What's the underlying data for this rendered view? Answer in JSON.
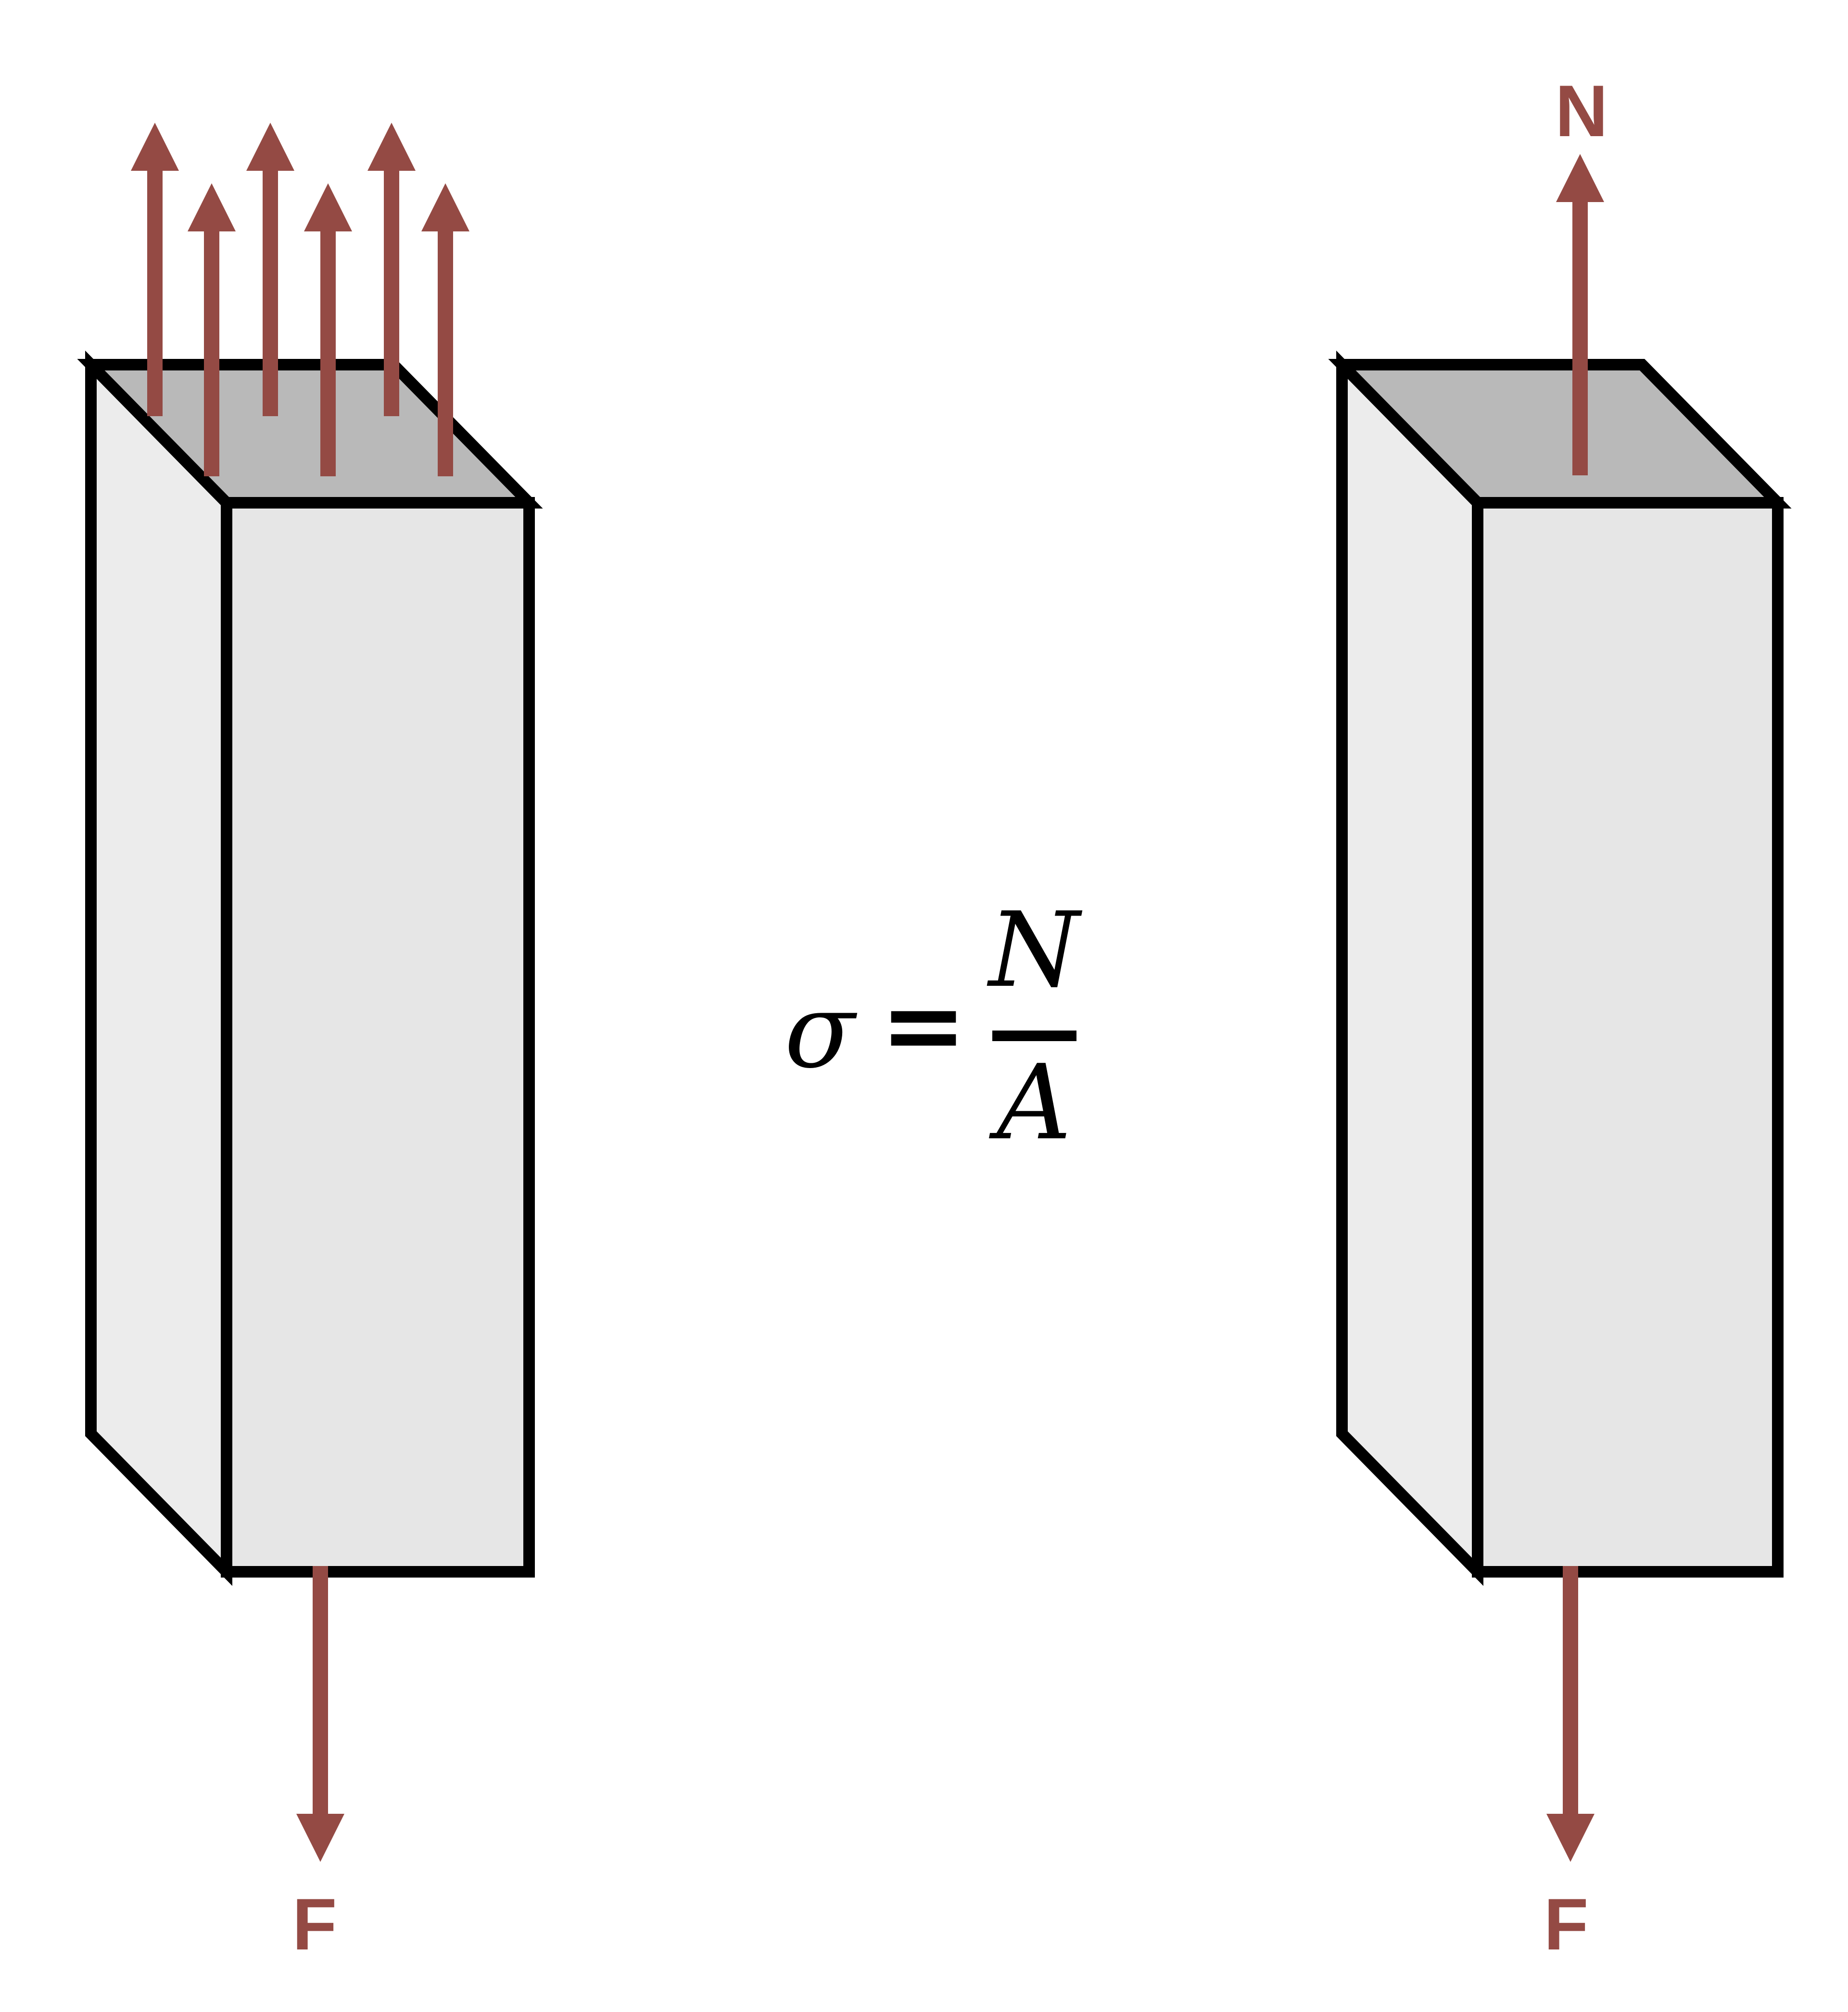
{
  "colors": {
    "background": "#ffffff",
    "arrow": "#944a44",
    "outline": "#000000",
    "front_face": "#e6e6e6",
    "side_face": "#ececec",
    "top_face": "#b9b9b9",
    "formula_text": "#000000"
  },
  "left_bar": {
    "stress_arrow_count": 6,
    "force_label": "F"
  },
  "right_bar": {
    "normal_force_label": "N",
    "force_label": "F"
  },
  "formula": {
    "sigma": "σ",
    "equals": "=",
    "numerator": "N",
    "denominator": "A"
  }
}
